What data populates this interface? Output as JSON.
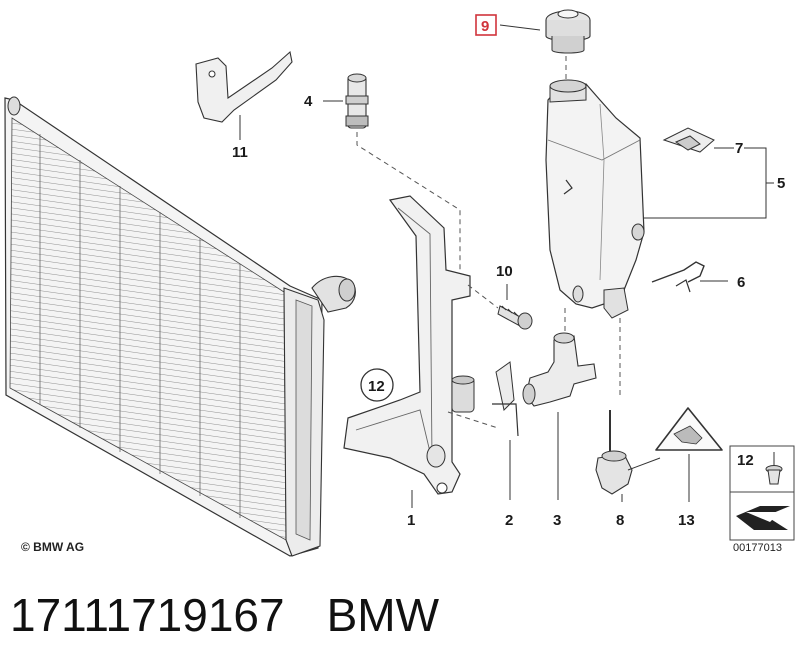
{
  "diagram": {
    "labels": [
      "1",
      "2",
      "3",
      "4",
      "5",
      "6",
      "7",
      "8",
      "9",
      "10",
      "11",
      "12",
      "13"
    ],
    "circled_label": "12",
    "highlighted_label": "9",
    "legend_label": "12",
    "copyright": "© BMW AG",
    "reference_code": "00177013",
    "highlight_color": "#d0343c"
  },
  "footer": {
    "part_number": "17111719167",
    "brand": "BMW"
  }
}
